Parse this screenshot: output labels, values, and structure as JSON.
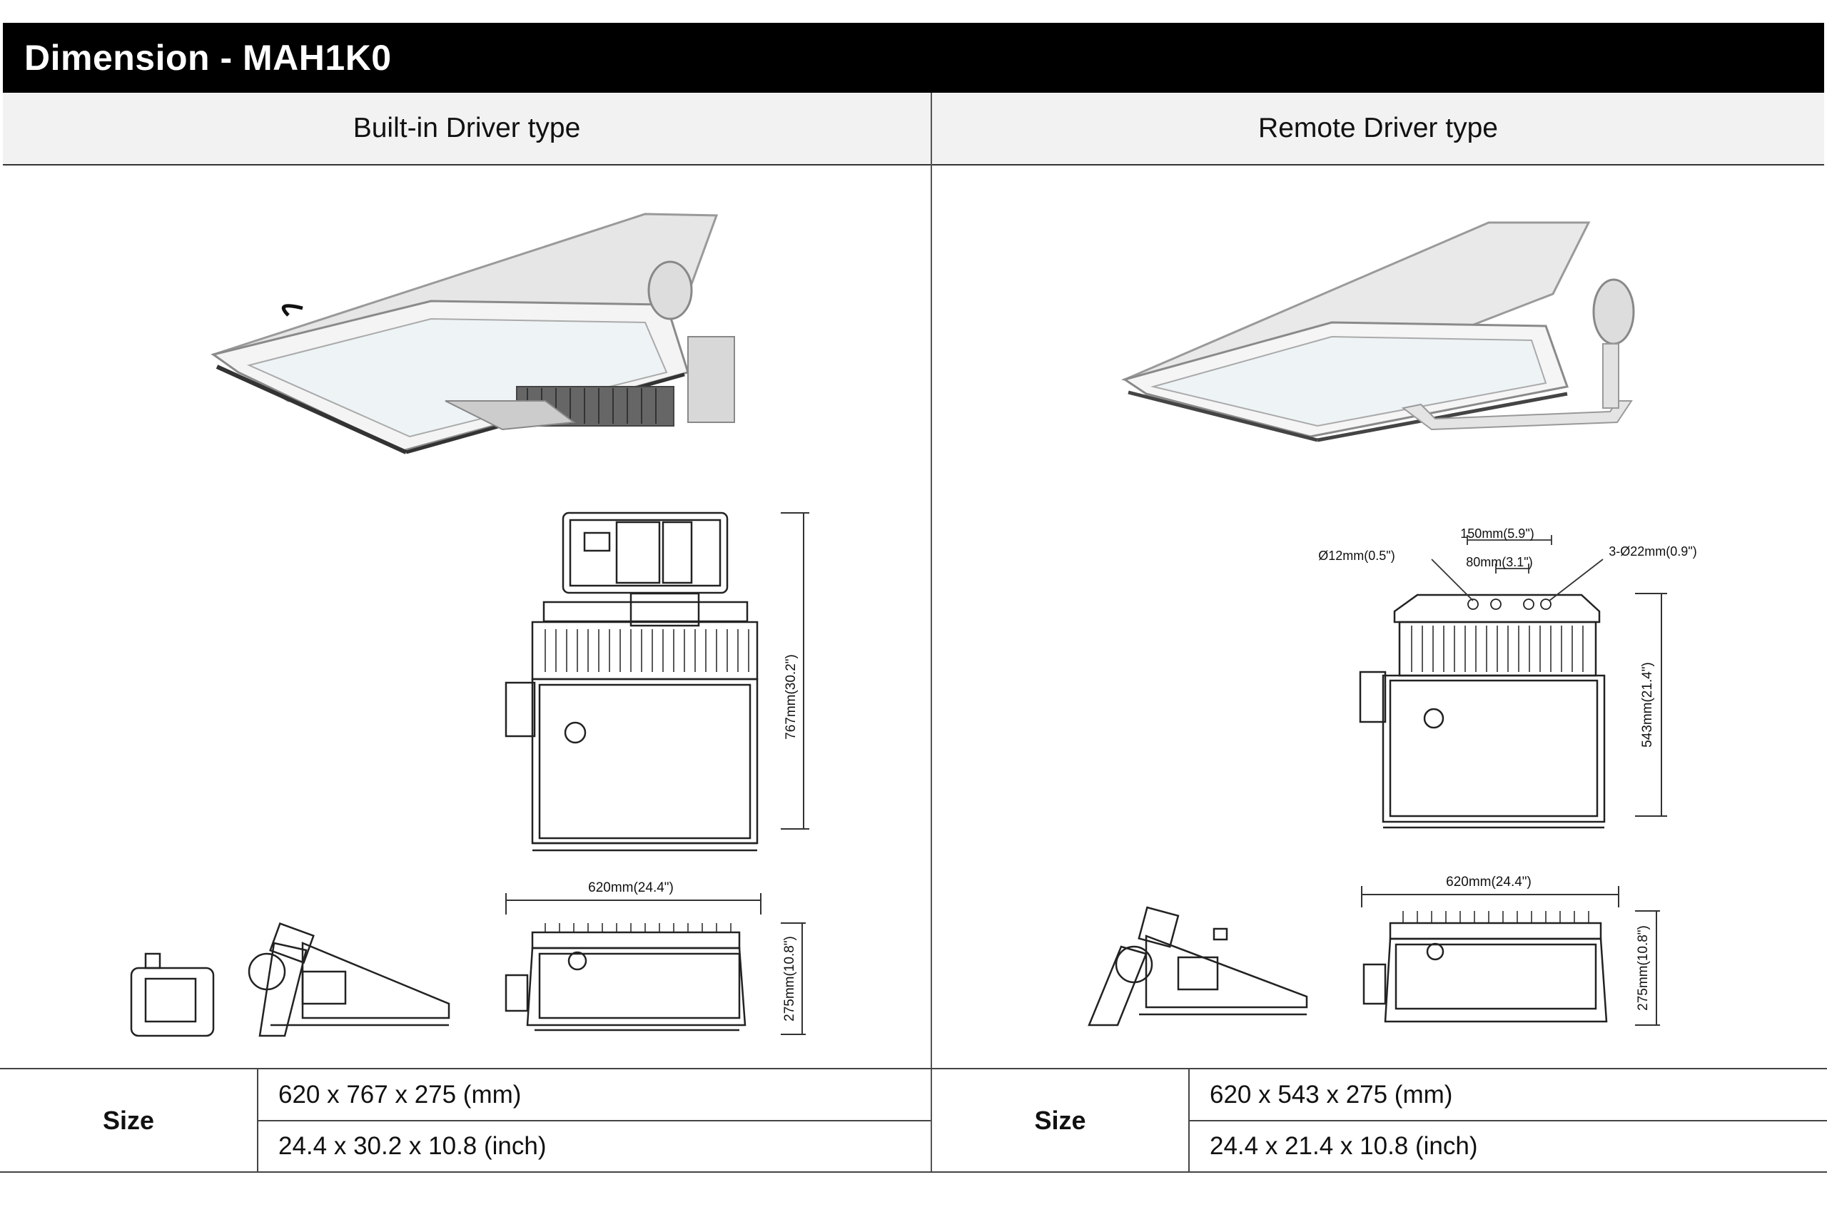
{
  "title": "Dimension - MAH1K0",
  "columns": {
    "left": {
      "heading": "Built-in Driver type",
      "dims": {
        "height": "767mm(30.2\")",
        "width": "620mm(24.4\")",
        "depth": "275mm(10.8\")"
      },
      "size": {
        "label": "Size",
        "mm": "620 x 767 x 275 (mm)",
        "inch": "24.4 x 30.2 x 10.8 (inch)"
      }
    },
    "right": {
      "heading": "Remote Driver type",
      "dims": {
        "hole_small": "Ø12mm(0.5\")",
        "spacing_150": "150mm(5.9\")",
        "spacing_80": "80mm(3.1\")",
        "hole_large": "3-Ø22mm(0.9\")",
        "height": "543mm(21.4\")",
        "width": "620mm(24.4\")",
        "depth": "275mm(10.8\")"
      },
      "size": {
        "label": "Size",
        "mm": "620 x 543 x 275 (mm)",
        "inch": "24.4 x 21.4 x 10.8 (inch)"
      }
    }
  }
}
